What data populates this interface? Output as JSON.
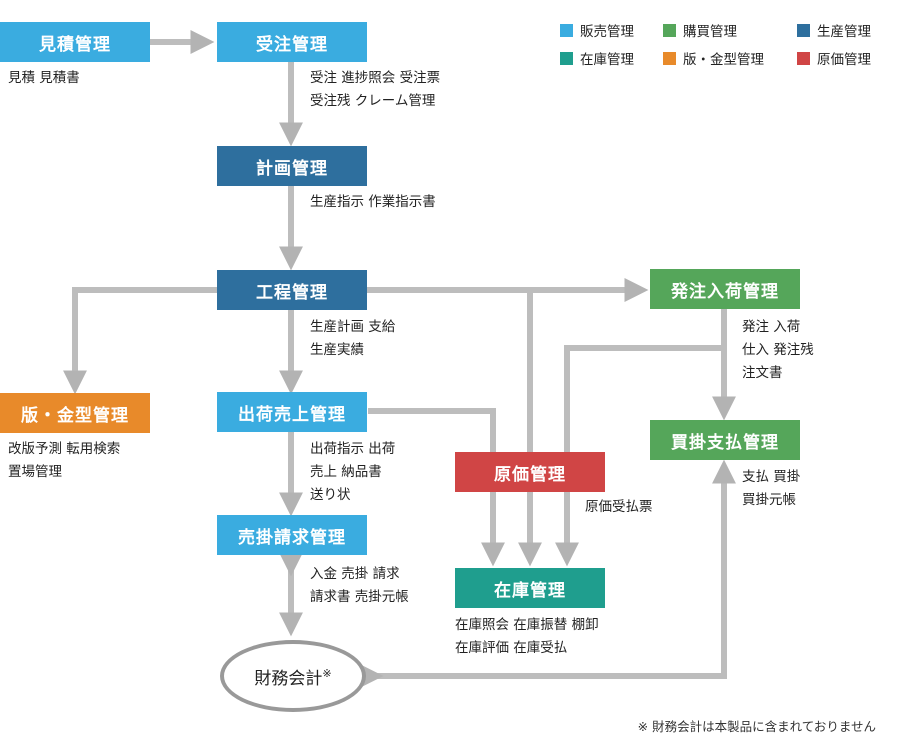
{
  "nodes": {
    "mitsumori": "見積管理",
    "juchu": "受注管理",
    "keikaku": "計画管理",
    "koutei": "工程管理",
    "hatchu": "発注入荷管理",
    "hankata": "版・金型管理",
    "shukka": "出荷売上管理",
    "genka": "原価管理",
    "kaikake": "買掛支払管理",
    "urikake": "売掛請求管理",
    "zaiko": "在庫管理",
    "zaimu": "財務会計",
    "zaimu_mark": "※"
  },
  "notes": {
    "mitsumori": [
      "見積 見積書"
    ],
    "juchu": [
      "受注 進捗照会 受注票",
      "受注残 クレーム管理"
    ],
    "keikaku": [
      "生産指示 作業指示書"
    ],
    "koutei": [
      "生産計画 支給",
      "生産実績"
    ],
    "hankata": [
      "改版予測 転用検索",
      "置場管理"
    ],
    "shukka": [
      "出荷指示 出荷",
      "売上 納品書",
      "送り状"
    ],
    "hatchu": [
      "発注 入荷",
      "仕入 発注残",
      "注文書"
    ],
    "kaikake": [
      "支払 買掛",
      "買掛元帳"
    ],
    "genka": [
      "原価受払票"
    ],
    "urikake": [
      "入金 売掛 請求",
      "請求書 売掛元帳"
    ],
    "zaiko": [
      "在庫照会 在庫振替 棚卸",
      "在庫評価 在庫受払"
    ]
  },
  "legend": [
    {
      "label": "販売管理",
      "color": "#3aace0"
    },
    {
      "label": "購買管理",
      "color": "#55a65a"
    },
    {
      "label": "生産管理",
      "color": "#2e6f9e"
    },
    {
      "label": "在庫管理",
      "color": "#1f9e8e"
    },
    {
      "label": "版・金型管理",
      "color": "#e88a2a"
    },
    {
      "label": "原価管理",
      "color": "#d04545"
    }
  ],
  "footnote": "※ 財務会計は本製品に含まれておりません"
}
